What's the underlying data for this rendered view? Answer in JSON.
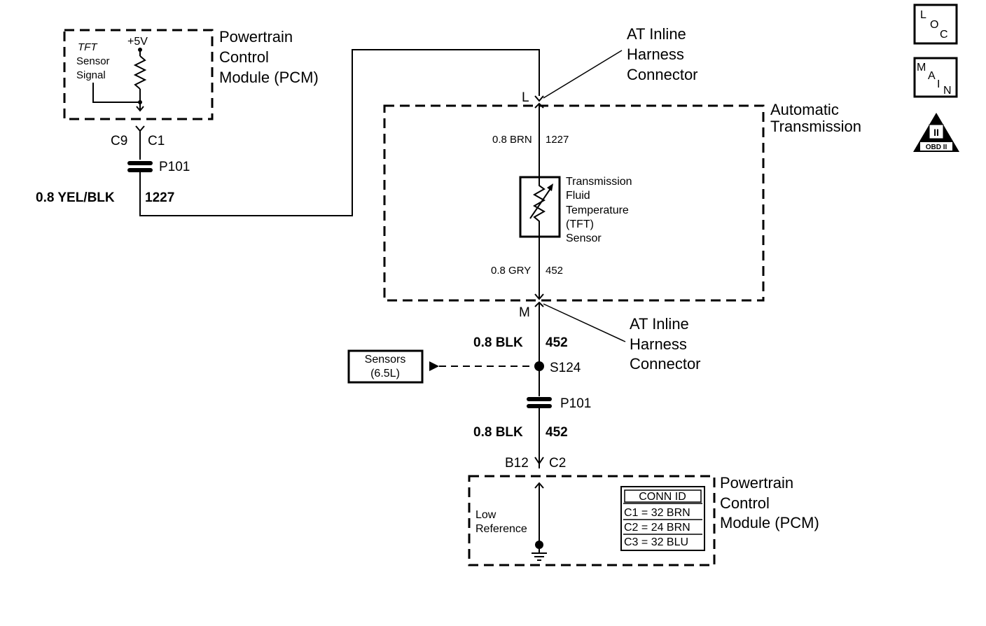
{
  "pcm_top": {
    "title_lines": [
      "Powertrain",
      "Control",
      "Module (PCM)"
    ],
    "internal": {
      "supply": "+5V",
      "signal_lines": [
        "TFT",
        "Sensor",
        "Signal"
      ]
    },
    "pin": "C9",
    "connector": "C1"
  },
  "splice_pack_upper": {
    "label": "P101"
  },
  "wire_signal_pcm": {
    "size_color": "0.8 YEL/BLK",
    "circuit": "1227"
  },
  "connector_upper": {
    "pin": "L",
    "callout_lines": [
      "AT Inline",
      "Harness",
      "Connector"
    ]
  },
  "transmission": {
    "title_lines": [
      "Automatic",
      "Transmission"
    ],
    "wire_upper": {
      "size_color": "0.8 BRN",
      "circuit": "1227"
    },
    "sensor_lines": [
      "Transmission",
      "Fluid",
      "Temperature",
      "(TFT)",
      "Sensor"
    ],
    "wire_lower": {
      "size_color": "0.8 GRY",
      "circuit": "452"
    }
  },
  "connector_lower": {
    "pin": "M",
    "callout_lines": [
      "AT Inline",
      "Harness",
      "Connector"
    ]
  },
  "wire_ref_upper": {
    "size_color": "0.8 BLK",
    "circuit": "452"
  },
  "splice": {
    "label": "S124",
    "branch_lines": [
      "Sensors",
      "(6.5L)"
    ]
  },
  "splice_pack_lower": {
    "label": "P101"
  },
  "wire_ref_lower": {
    "size_color": "0.8 BLK",
    "circuit": "452"
  },
  "pcm_bottom": {
    "pin": "B12",
    "connector": "C2",
    "title_lines": [
      "Powertrain",
      "Control",
      "Module (PCM)"
    ],
    "internal_lines": [
      "Low",
      "Reference"
    ],
    "conn_id": {
      "header": "CONN ID",
      "rows": [
        "C1 = 32 BRN",
        "C2 = 24 BRN",
        "C3 = 32 BLU"
      ]
    }
  },
  "nav_icons": {
    "loc": [
      "L",
      "O",
      "C"
    ],
    "main": [
      "M",
      "A",
      "I",
      "N"
    ],
    "obd": {
      "symbol": "II",
      "label": "OBD II"
    }
  }
}
